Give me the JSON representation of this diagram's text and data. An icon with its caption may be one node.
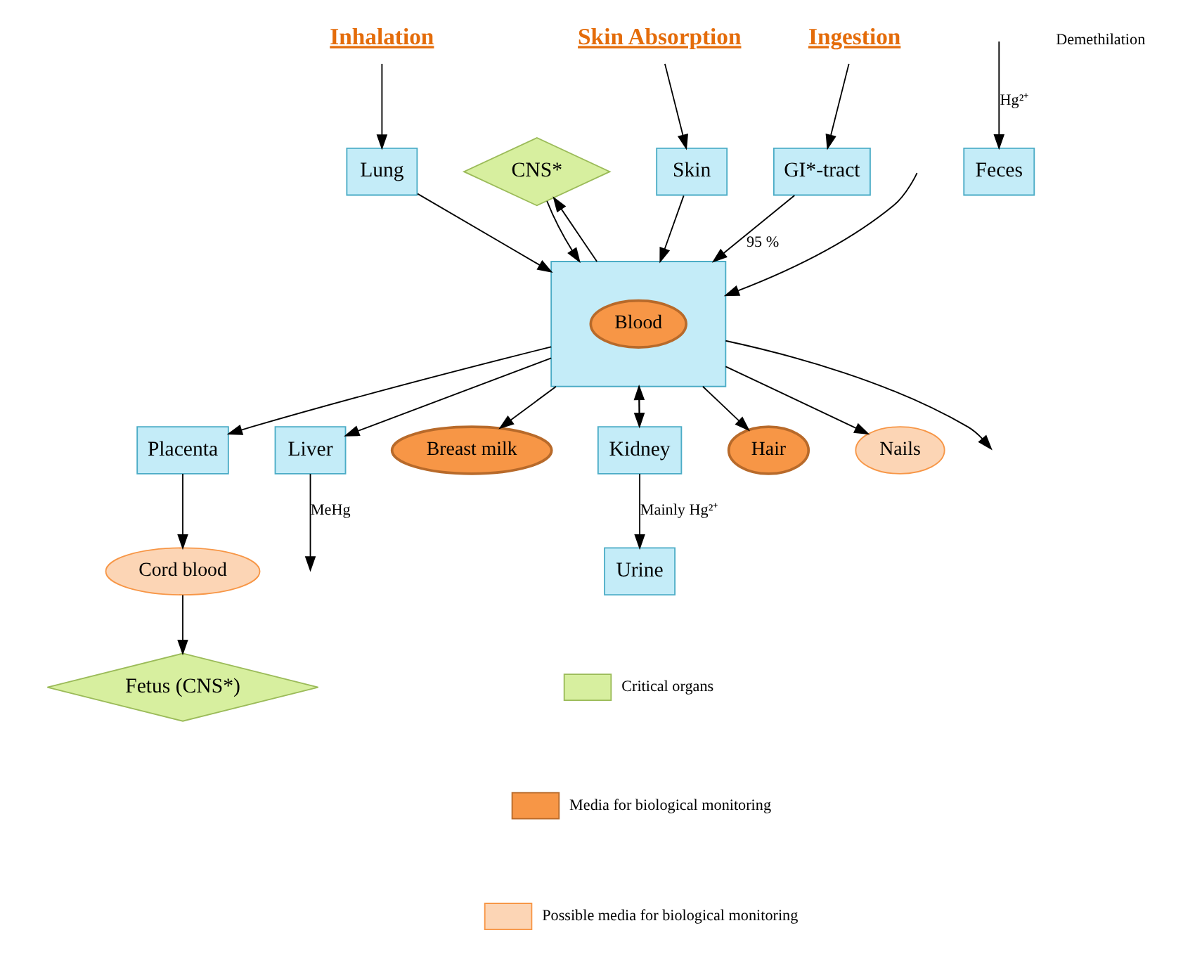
{
  "diagram": {
    "nodes": [
      {
        "text": [
          "Inhalation"
        ]
      },
      {
        "text": [
          "Skin Absorption"
        ]
      },
      {
        "text": [
          "Ingestion"
        ]
      },
      {
        "text": [
          "Lung"
        ]
      },
      {
        "text": [
          "CNS*"
        ]
      },
      {
        "text": [
          "Skin"
        ]
      },
      {
        "text": [
          "GI*-tract"
        ]
      },
      {
        "text": [
          "Placenta"
        ]
      },
      {
        "text": [],
        "shape": "box"
      },
      {
        "text": [
          "Blood"
        ],
        "in": 8
      },
      {
        "text": [
          "Cord blood"
        ]
      },
      {
        "text": [
          "Liver"
        ]
      },
      {
        "text": [
          "Fetus (CNS*)"
        ]
      },
      {
        "text": [
          "Breast milk"
        ]
      },
      {
        "text": [
          "Kidney"
        ]
      },
      {
        "text": [
          "Hair"
        ]
      },
      {
        "text": [
          "Feces"
        ]
      },
      {
        "text": [
          "Nails"
        ]
      },
      {
        "text": [
          "Urine"
        ]
      }
    ],
    "edges": [
      {
        "from": 0,
        "to": 3,
        "arrow": "to"
      },
      {
        "from": 1,
        "to": 5,
        "arrow": "to"
      },
      {
        "from": 2,
        "to": 6,
        "arrow": "to"
      },
      {
        "from": 3,
        "to": 8,
        "arrow": "to"
      },
      {
        "from": 4,
        "to": 8,
        "arrow": "to"
      },
      {
        "from": 8,
        "to": 4,
        "arrow": "to"
      },
      {
        "from": 5,
        "to": 8,
        "arrow": "to"
      },
      {
        "from": 6,
        "to": 8,
        "arrow": "to",
        "label": "95 %"
      },
      {
        "from": 8,
        "to": null,
        "arrow": "to"
      },
      {
        "from": null,
        "to": 8,
        "arrow": "to"
      },
      {
        "from": 8,
        "to": 7,
        "arrow": "to"
      },
      {
        "from": 7,
        "to": 10,
        "arrow": "to"
      },
      {
        "from": 10,
        "to": 12,
        "arrow": "to"
      },
      {
        "from": 8,
        "to": 11,
        "arrow": "to"
      },
      {
        "from": 11,
        "to": null,
        "arrow": "to",
        "label": "MeHg"
      },
      {
        "from": null,
        "to": 16,
        "arrow": "to",
        "label": "Hg²⁺"
      },
      {
        "from": 8,
        "to": 13,
        "arrow": "to"
      },
      {
        "from": 8,
        "to": 14,
        "arrow": "to"
      },
      {
        "from": 14,
        "to": 8,
        "arrow": "to"
      },
      {
        "from": 8,
        "to": 15,
        "arrow": "to"
      },
      {
        "from": 8,
        "to": 17,
        "arrow": "to"
      },
      {
        "from": 14,
        "to": 18,
        "arrow": "to",
        "label": "Mainly Hg²⁺"
      }
    ],
    "labels": [
      "Demethilation"
    ],
    "legend": [
      {
        "text": "Critical organs",
        "color": "#d7ef9f"
      },
      {
        "text": "Media for biological monitoring",
        "color": "#f79646"
      },
      {
        "text": "Possible media for biological monitoring",
        "color": "#fcd5b5"
      }
    ]
  }
}
